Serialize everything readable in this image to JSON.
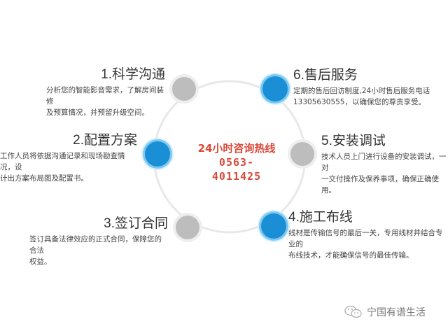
{
  "center": {
    "line1": "24小时咨询热线",
    "line2": "0563-4011425",
    "color": "#d94a3a"
  },
  "steps": [
    {
      "number": "1",
      "title": "1.科学沟通",
      "desc_line1": "分析您的智能影音需求，了解房间装修",
      "desc_line2": "及预算情况，并预留升级空间。",
      "node_color": "gray"
    },
    {
      "number": "2",
      "title": "2.配置方案",
      "desc_line1": "工作人员将依据沟通记录和现场勘查情况，设",
      "desc_line2": "计出方案布局图及配置书。",
      "node_color": "blue"
    },
    {
      "number": "3",
      "title": "3.签订合同",
      "desc_line1": "签订具备法律效应的正式合同，保障您的合法",
      "desc_line2": "权益。",
      "node_color": "gray"
    },
    {
      "number": "4",
      "title": "4.施工布线",
      "desc_line1": "线材是传输信号的最后一关，专用线材并结合专业的",
      "desc_line2": "布线技术，才能确保信号的最佳传输。",
      "node_color": "blue"
    },
    {
      "number": "5",
      "title": "5.安装调试",
      "desc_line1": "技术人员上门进行设备的安装调试，一对",
      "desc_line2": "一交付操作及保养事项，确保正确使用。",
      "node_color": "gray"
    },
    {
      "number": "6",
      "title": "6.售后服务",
      "desc_line1": "定期的售后回访制度,24小时售后服务电话",
      "desc_line2": "13305630555，以确保您的尊贵享受。",
      "node_color": "blue"
    }
  ],
  "colors": {
    "blue_node": "#1a8fd6",
    "gray_node": "#bdbdbd",
    "ring": "#e6e6e6"
  },
  "watermark": {
    "icon": "wechat-icon",
    "text": "宁国有谱生活"
  }
}
